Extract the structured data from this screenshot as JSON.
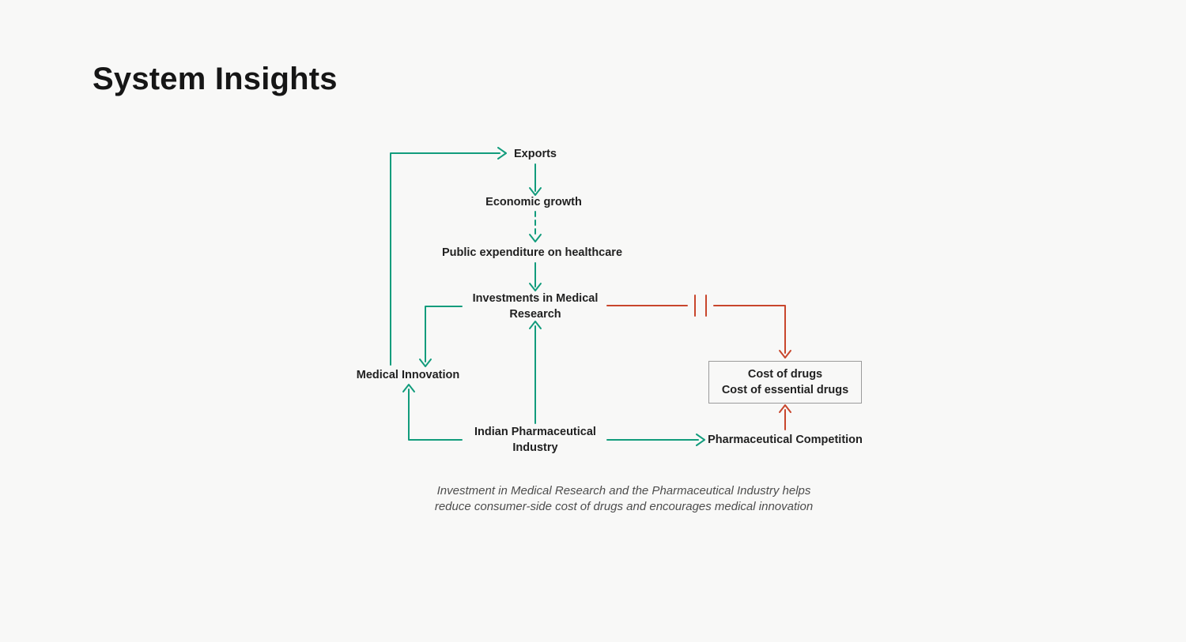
{
  "page": {
    "title": "System Insights"
  },
  "colors": {
    "background": "#f8f8f7",
    "positive": "#129c7c",
    "negative": "#c8462c",
    "ink": "#161616",
    "node_text": "#212121",
    "caption_text": "#4d4d4d",
    "box_border": "#9b9b9b"
  },
  "nodes": {
    "exports": {
      "label": "Exports"
    },
    "economic_growth": {
      "label": "Economic growth"
    },
    "public_expenditure": {
      "label": "Public expenditure on healthcare"
    },
    "investments": {
      "label": "Investments in Medical Research"
    },
    "medical_innovation": {
      "label": "Medical Innovation"
    },
    "indian_pharma": {
      "label": "Indian Pharmaceutical Industry"
    },
    "pharma_competition": {
      "label": "Pharmaceutical Competition"
    },
    "cost_box": {
      "line1": "Cost of drugs",
      "line2": "Cost of essential drugs"
    }
  },
  "edges": [
    {
      "from": "medical_innovation",
      "to": "exports",
      "style": "solid",
      "color": "positive",
      "delay": false
    },
    {
      "from": "exports",
      "to": "economic_growth",
      "style": "solid",
      "color": "positive",
      "delay": false
    },
    {
      "from": "economic_growth",
      "to": "public_expenditure",
      "style": "dashed",
      "color": "positive",
      "delay": false
    },
    {
      "from": "public_expenditure",
      "to": "investments",
      "style": "solid",
      "color": "positive",
      "delay": false
    },
    {
      "from": "investments",
      "to": "medical_innovation",
      "style": "solid",
      "color": "positive",
      "delay": false
    },
    {
      "from": "indian_pharma",
      "to": "medical_innovation",
      "style": "solid",
      "color": "positive",
      "delay": false
    },
    {
      "from": "indian_pharma",
      "to": "investments",
      "style": "solid",
      "color": "positive",
      "delay": false
    },
    {
      "from": "indian_pharma",
      "to": "pharma_competition",
      "style": "solid",
      "color": "positive",
      "delay": false
    },
    {
      "from": "investments",
      "to": "cost_box",
      "style": "solid",
      "color": "negative",
      "delay": true
    },
    {
      "from": "pharma_competition",
      "to": "cost_box",
      "style": "solid",
      "color": "negative",
      "delay": false
    }
  ],
  "caption": {
    "line1": "Investment in Medical Research and the Pharmaceutical Industry helps",
    "line2": "reduce consumer-side cost of drugs and encourages medical innovation"
  }
}
